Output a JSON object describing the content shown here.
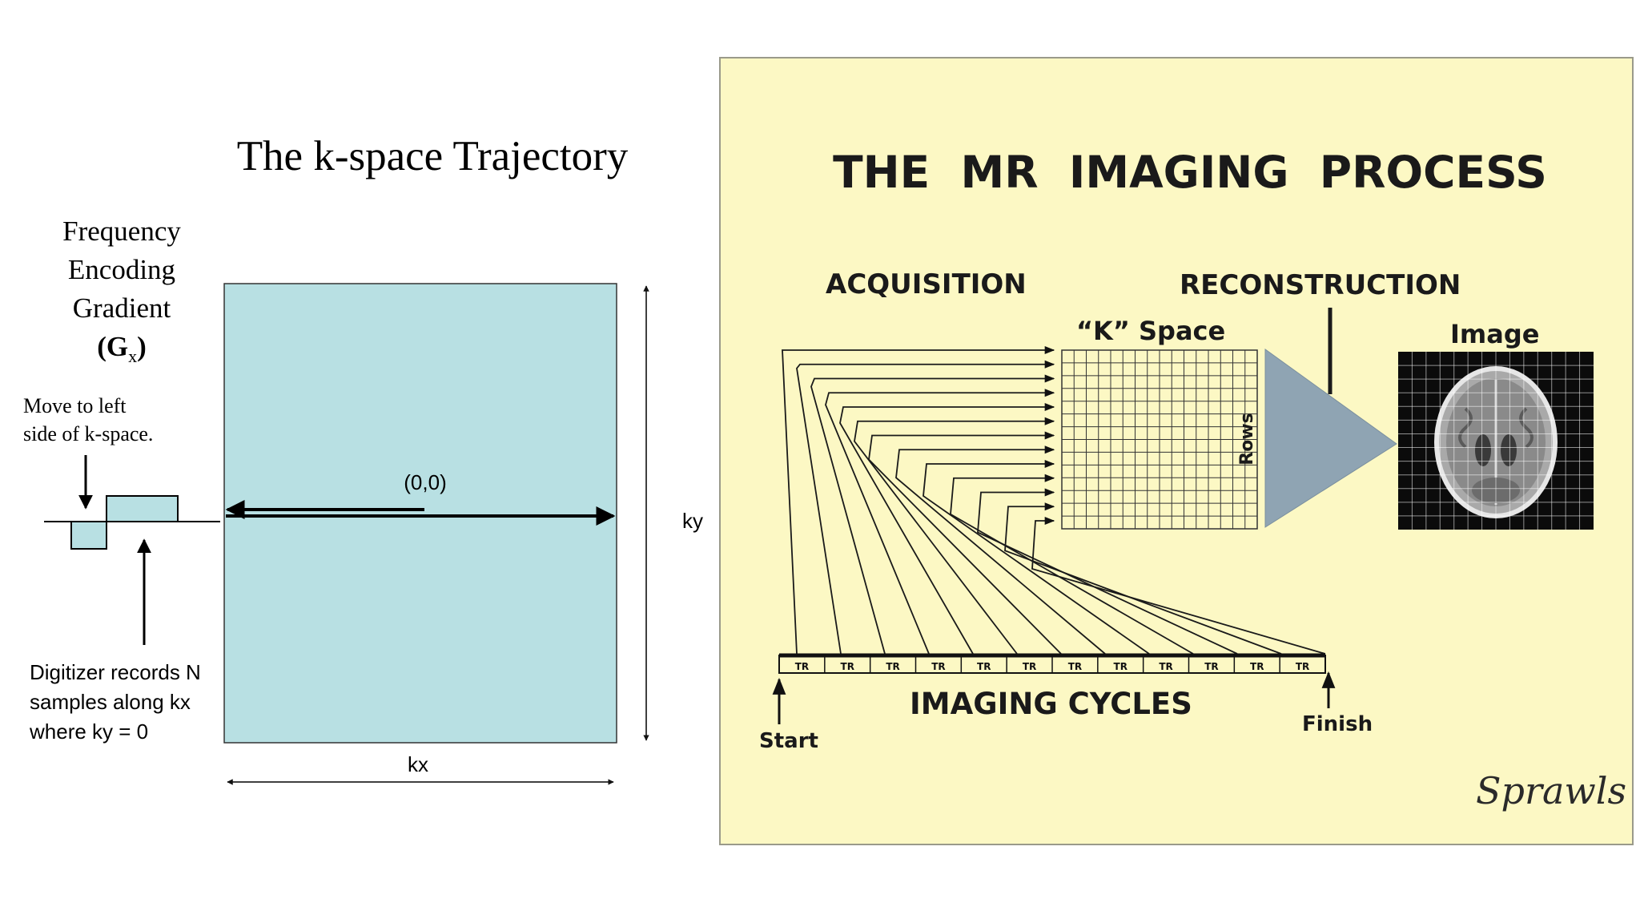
{
  "left_panel": {
    "title": "The k-space Trajectory",
    "gradient_label": {
      "line1": "Frequency",
      "line2": "Encoding",
      "line3": "Gradient",
      "symbol": "G",
      "subscript": "x"
    },
    "move_note": {
      "line1": "Move to left",
      "line2": "side of k-space."
    },
    "digitizer_note": {
      "line1": "Digitizer records N",
      "line2": "samples along kx",
      "line3": "where ky = 0"
    },
    "origin_label": "(0,0)",
    "axis_ky": "ky",
    "axis_kx": "kx",
    "colors": {
      "kspace_fill": "#b8e0e3",
      "line": "#000000"
    }
  },
  "right_panel": {
    "title": "THE  MR  IMAGING  PROCESS",
    "acquisition": "ACQUISITION",
    "reconstruction": "RECONSTRUCTION",
    "kspace_label": "“K” Space",
    "rows_label": "Rows",
    "image_label": "Image",
    "cycles_label": "IMAGING CYCLES",
    "tr_labels": [
      "TR",
      "TR",
      "TR",
      "TR",
      "TR",
      "TR",
      "TR",
      "TR",
      "TR",
      "TR",
      "TR",
      "TR"
    ],
    "start_label": "Start",
    "finish_label": "Finish",
    "signature": "Sprawls",
    "colors": {
      "background": "#fcf8c4",
      "triangle": "#8fa4b3",
      "ink": "#1a1a1a"
    }
  }
}
